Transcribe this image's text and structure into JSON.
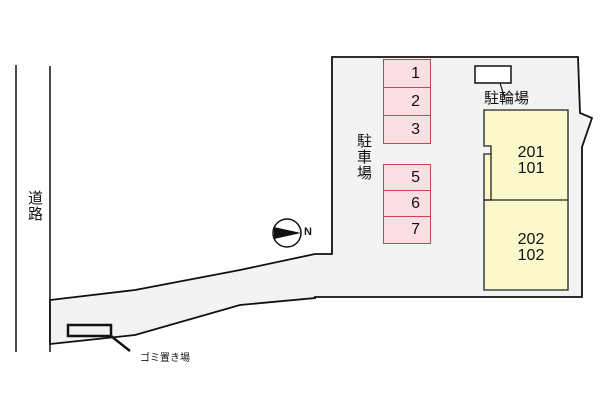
{
  "map": {
    "road_label": "道路",
    "parking_label": "駐車場",
    "bicycle_parking_label": "駐輪場",
    "garbage_label": "ゴミ置き場",
    "compass": {
      "direction_label": "N"
    },
    "parking_slots": [
      {
        "number": "1"
      },
      {
        "number": "2"
      },
      {
        "number": "3"
      },
      {
        "number": "5"
      },
      {
        "number": "6"
      },
      {
        "number": "7"
      }
    ],
    "building_units": [
      {
        "upper": "201",
        "lower": "101"
      },
      {
        "upper": "202",
        "lower": "102"
      }
    ],
    "colors": {
      "lot_fill": "#f3f3f3",
      "parking_fill": "#fbdfe4",
      "parking_border": "#c9434f",
      "building_fill": "#fbf8cc",
      "line": "#111111"
    }
  }
}
